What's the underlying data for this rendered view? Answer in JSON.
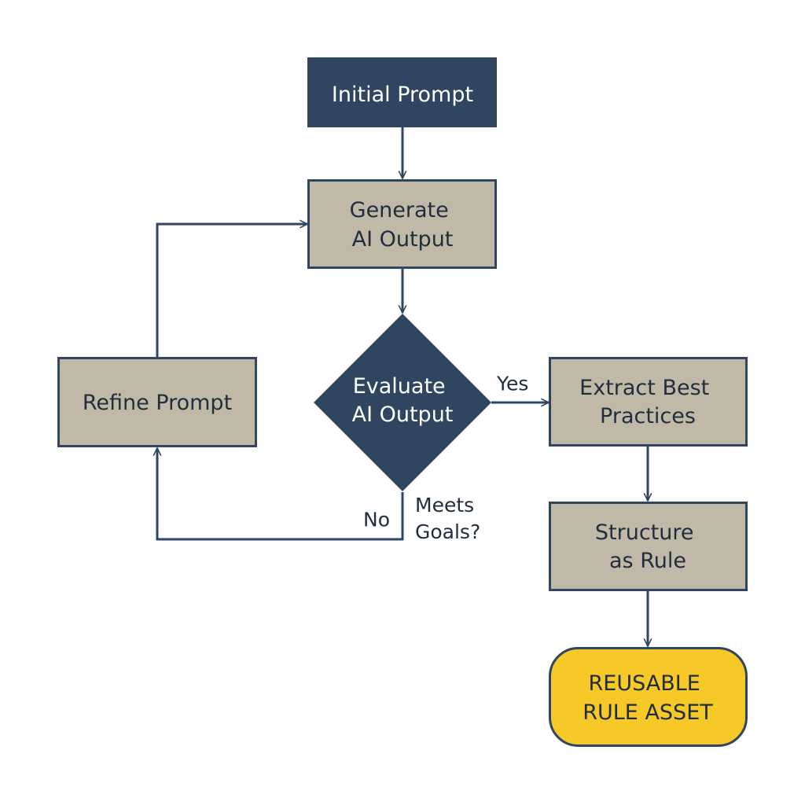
{
  "colors": {
    "dark": "#2f4560",
    "tan": "#c1b9a8",
    "gold": "#f6c928",
    "line": "#2f4560",
    "text_dark_bg": "#ffffff",
    "text_light_bg": "#1f2d3d"
  },
  "nodes": {
    "initial": {
      "lines": [
        "Initial Prompt"
      ]
    },
    "generate": {
      "lines": [
        "Generate",
        "AI Output"
      ]
    },
    "evaluate": {
      "lines": [
        "Evaluate",
        "AI Output"
      ]
    },
    "refine": {
      "lines": [
        "Refine Prompt"
      ]
    },
    "extract": {
      "lines": [
        "Extract Best",
        "Practices"
      ]
    },
    "structure": {
      "lines": [
        "Structure",
        "as Rule"
      ]
    },
    "asset": {
      "lines": [
        "REUSABLE",
        "RULE ASSET"
      ]
    }
  },
  "edges": {
    "yes_label": "Yes",
    "no_label": "No",
    "meets_label": [
      "Meets",
      "Goals?"
    ]
  }
}
